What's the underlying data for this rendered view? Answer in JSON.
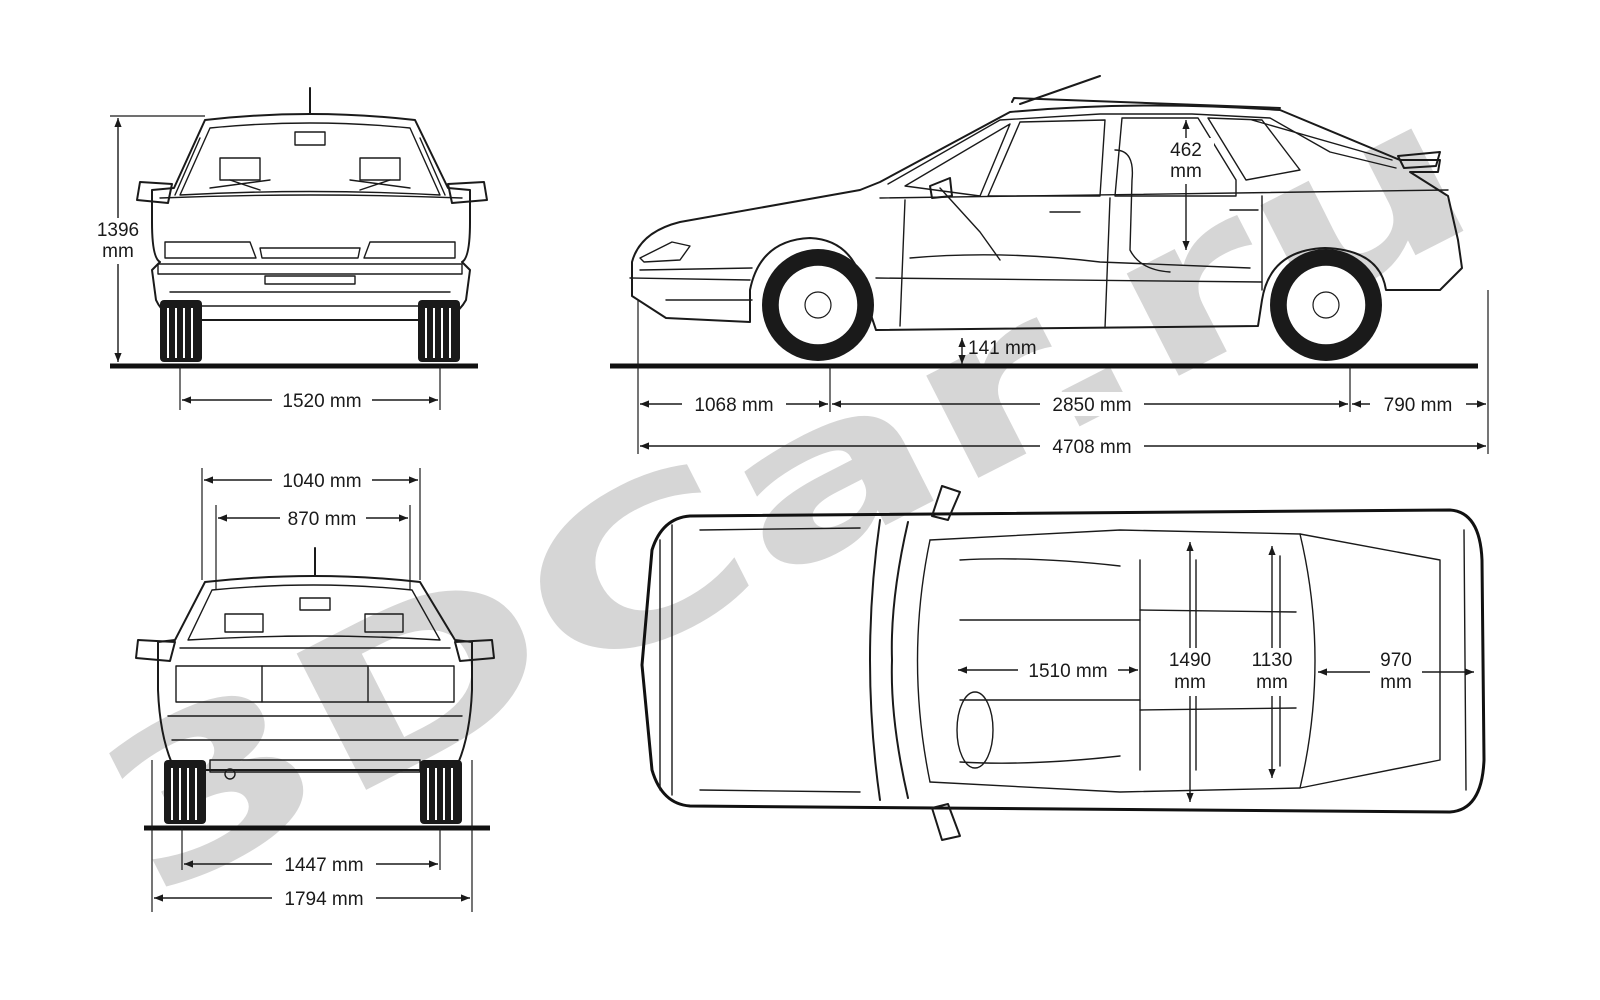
{
  "watermark": "3DCar.ru",
  "dimensions": {
    "front_height": {
      "value": "1396",
      "unit": "mm"
    },
    "front_track": "1520 mm",
    "rear_roof_outer": "1040 mm",
    "rear_roof_inner": "870 mm",
    "rear_track": "1447 mm",
    "overall_width": "1794 mm",
    "headroom": {
      "value": "462",
      "unit": "mm"
    },
    "ground_clearance": "141 mm",
    "front_overhang": "1068 mm",
    "wheelbase": "2850 mm",
    "rear_overhang": "790 mm",
    "overall_length": "4708 mm",
    "cabin_length": "1510 mm",
    "front_width": {
      "value": "1490",
      "unit": "mm"
    },
    "rear_width": {
      "value": "1130",
      "unit": "mm"
    },
    "boot_length": {
      "value": "970",
      "unit": "mm"
    }
  },
  "colors": {
    "line": "#1a1a1a",
    "watermark": "#d6d6d6",
    "background": "#ffffff"
  }
}
